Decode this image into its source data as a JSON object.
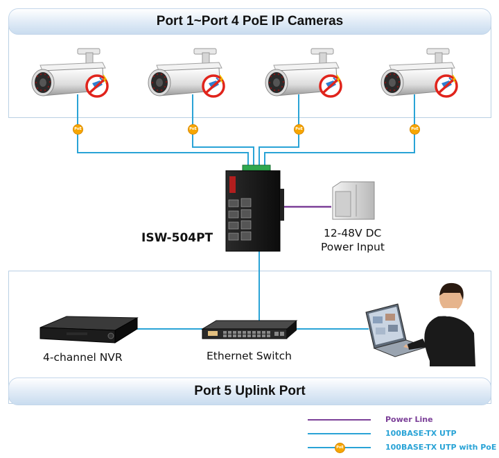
{
  "top_banner": "Port 1~Port 4 PoE IP Cameras",
  "bottom_banner": "Port 5 Uplink Port",
  "device_label": "ISW-504PT",
  "power_label_line1": "12-48V DC",
  "power_label_line2": "Power Input",
  "nvr_label": "4-channel NVR",
  "switch_label": "Ethernet Switch",
  "poe_badge": "PoE",
  "legend": {
    "power_line": "Power Line",
    "utp": "100BASE-TX UTP",
    "utp_poe": "100BASE-TX UTP with PoE"
  },
  "colors": {
    "utp": "#29a3d6",
    "power": "#7b3f98",
    "poe": "#f7a600",
    "legend_text": "#8a1f2e"
  }
}
